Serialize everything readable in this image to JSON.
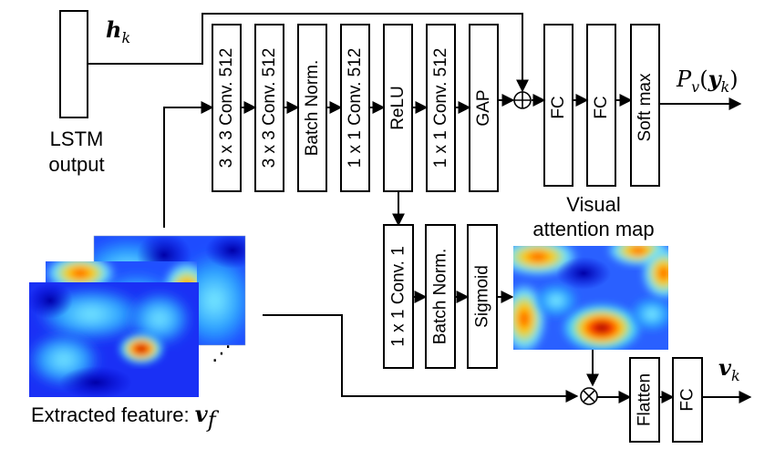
{
  "lstm": {
    "block_label": "",
    "caption_line1": "LSTM",
    "caption_line2": "output",
    "hidden_state": "h",
    "hidden_state_sub": "k"
  },
  "main_path": [
    {
      "id": "conv3-a",
      "label": "3 x 3 Conv. 512"
    },
    {
      "id": "conv3-b",
      "label": "3 x 3 Conv. 512"
    },
    {
      "id": "bn-main",
      "label": "Batch Norm."
    },
    {
      "id": "conv1-a",
      "label": "1 x 1 Conv. 512"
    },
    {
      "id": "relu",
      "label": "ReLU"
    },
    {
      "id": "conv1-b",
      "label": "1 x 1 Conv. 512"
    },
    {
      "id": "gap",
      "label": "GAP"
    },
    {
      "id": "fc-a",
      "label": "FC"
    },
    {
      "id": "fc-b",
      "label": "FC"
    },
    {
      "id": "softmax",
      "label": "Soft max"
    }
  ],
  "attention_path": [
    {
      "id": "conv1-att",
      "label": "1 x 1 Conv. 1"
    },
    {
      "id": "bn-att",
      "label": "Batch Norm."
    },
    {
      "id": "sigmoid",
      "label": "Sigmoid"
    }
  ],
  "output_path": [
    {
      "id": "flatten",
      "label": "Flatten"
    },
    {
      "id": "fc-out",
      "label": "FC"
    }
  ],
  "labels": {
    "attention_line1": "Visual",
    "attention_line2": "attention map",
    "feature_caption": "Extracted feature: ",
    "feature_var": "v",
    "feature_sub": "f",
    "prob_P": "P",
    "prob_sub": "v",
    "prob_arg": "y",
    "prob_arg_sub": "k",
    "out_var": "v",
    "out_sub": "k",
    "ellipsis": "⋰",
    "plus_op": "⊕",
    "times_op": "⊗"
  },
  "colors": {
    "ink": "#000000",
    "heat_low": "#1a1aff",
    "heat_mid": "#5fe8ff",
    "heat_high": "#e01a00"
  }
}
